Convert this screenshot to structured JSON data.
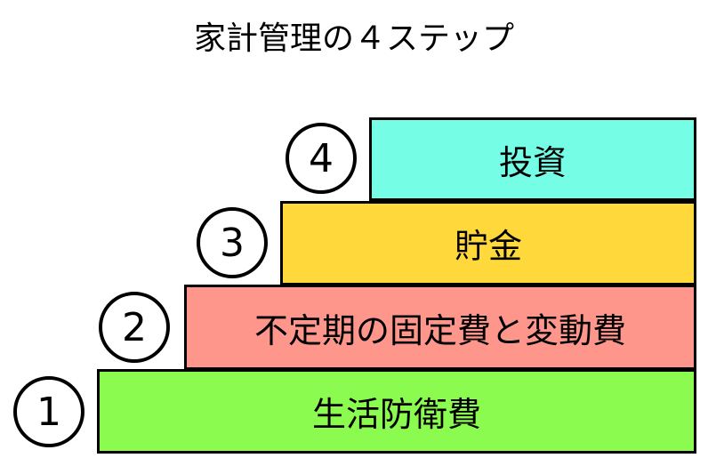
{
  "title": "家計管理の４ステップ",
  "steps": [
    {
      "number": "1",
      "label": "生活防衛費",
      "color": "#8CFB4F"
    },
    {
      "number": "2",
      "label": "不定期の固定費と変動費",
      "color": "#FF968C"
    },
    {
      "number": "3",
      "label": "貯金",
      "color": "#FFD83B"
    },
    {
      "number": "4",
      "label": "投資",
      "color": "#76FDE5"
    }
  ]
}
